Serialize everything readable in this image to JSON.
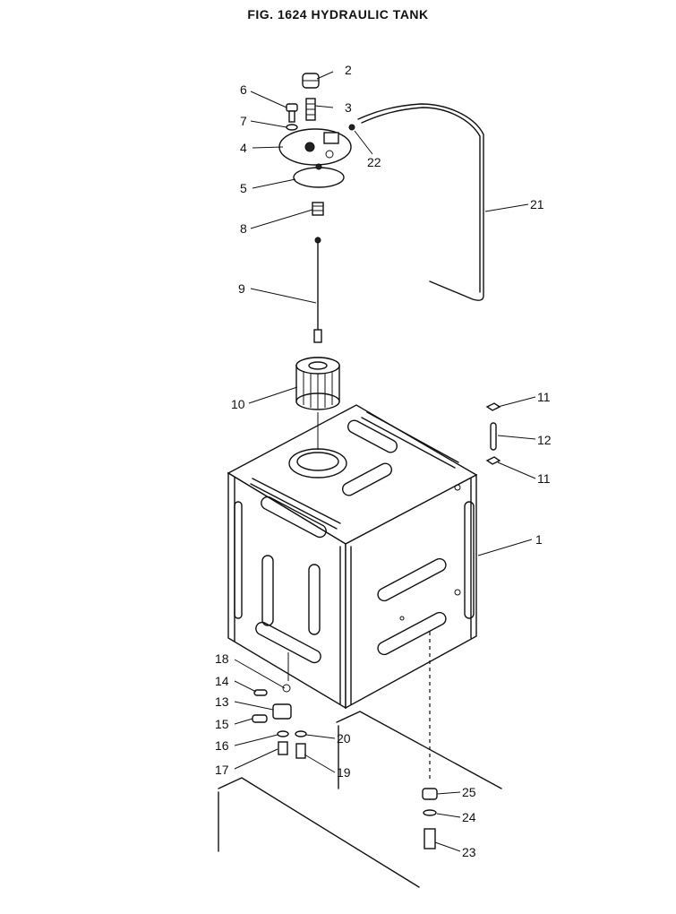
{
  "figure": {
    "title": "FIG. 1624   HYDRAULIC TANK"
  },
  "callouts": [
    {
      "label": "1"
    },
    {
      "label": "2"
    },
    {
      "label": "3"
    },
    {
      "label": "4"
    },
    {
      "label": "5"
    },
    {
      "label": "6"
    },
    {
      "label": "7"
    },
    {
      "label": "8"
    },
    {
      "label": "9"
    },
    {
      "label": "10"
    },
    {
      "label": "11"
    },
    {
      "label": "11"
    },
    {
      "label": "12"
    },
    {
      "label": "13"
    },
    {
      "label": "14"
    },
    {
      "label": "15"
    },
    {
      "label": "16"
    },
    {
      "label": "17"
    },
    {
      "label": "18"
    },
    {
      "label": "19"
    },
    {
      "label": "20"
    },
    {
      "label": "21"
    },
    {
      "label": "22"
    },
    {
      "label": "23"
    },
    {
      "label": "24"
    },
    {
      "label": "25"
    }
  ]
}
